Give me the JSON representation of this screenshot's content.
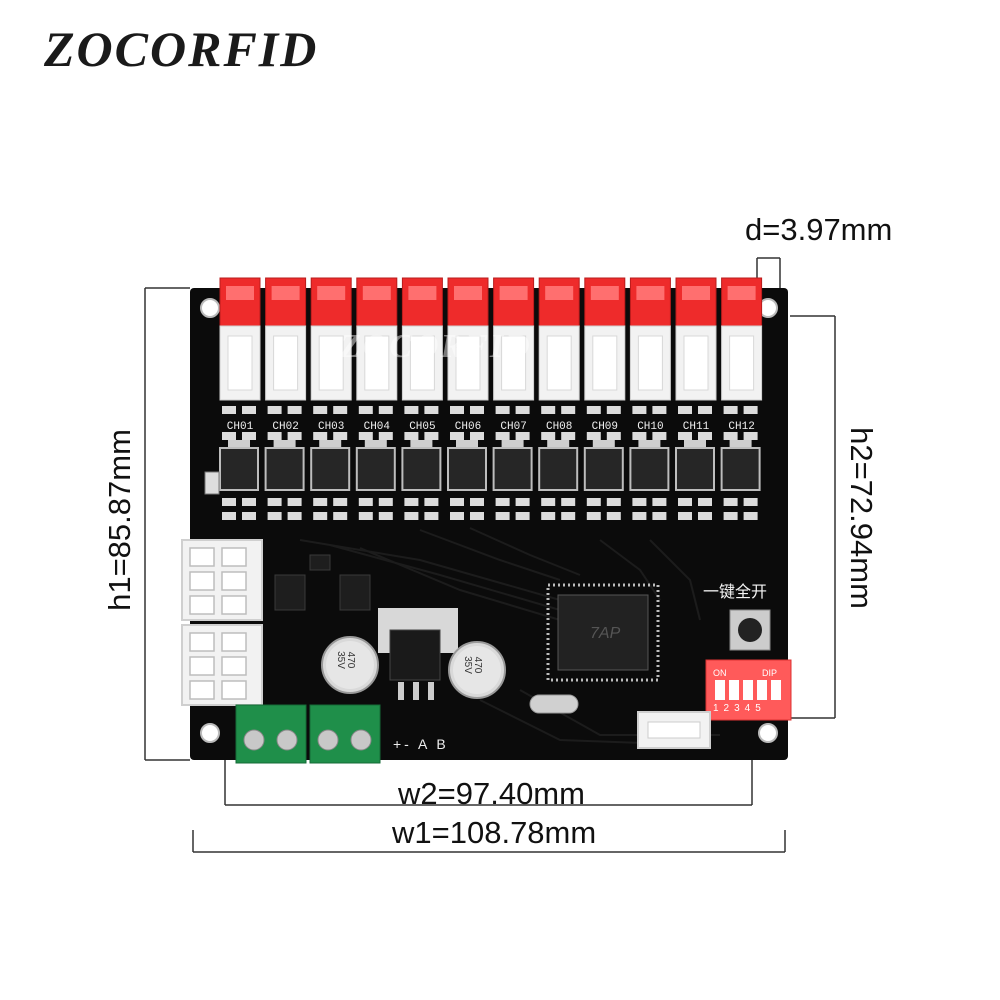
{
  "brand": {
    "name": "ZOCORFID"
  },
  "dimensions": {
    "d": "d=3.97mm",
    "h1": "h1=85.87mm",
    "h2": "h2=72.94mm",
    "w1": "w1=108.78mm",
    "w2": "w2=97.40mm"
  },
  "board": {
    "watermark": "ZOCORFID",
    "channels": [
      "CH01",
      "CH02",
      "CH03",
      "CH04",
      "CH05",
      "CH06",
      "CH07",
      "CH08",
      "CH09",
      "CH10",
      "CH11",
      "CH12"
    ],
    "button_label": "一键全开",
    "dip_switch": {
      "on_label": "ON",
      "brand_label": "DIP",
      "numbers": "12345"
    },
    "terminal_label": "+- A B",
    "capacitor_left": {
      "value": "470",
      "voltage": "35V"
    },
    "capacitor_right": {
      "value": "470",
      "voltage": "35V"
    },
    "chip_label": "7AP"
  },
  "colors": {
    "pcb": "#0b0b0b",
    "connector_red": "#ee2b2b",
    "connector_white": "#f2f2f2",
    "terminal_green": "#1f8f4a",
    "dip_red": "#ff5a5a"
  }
}
